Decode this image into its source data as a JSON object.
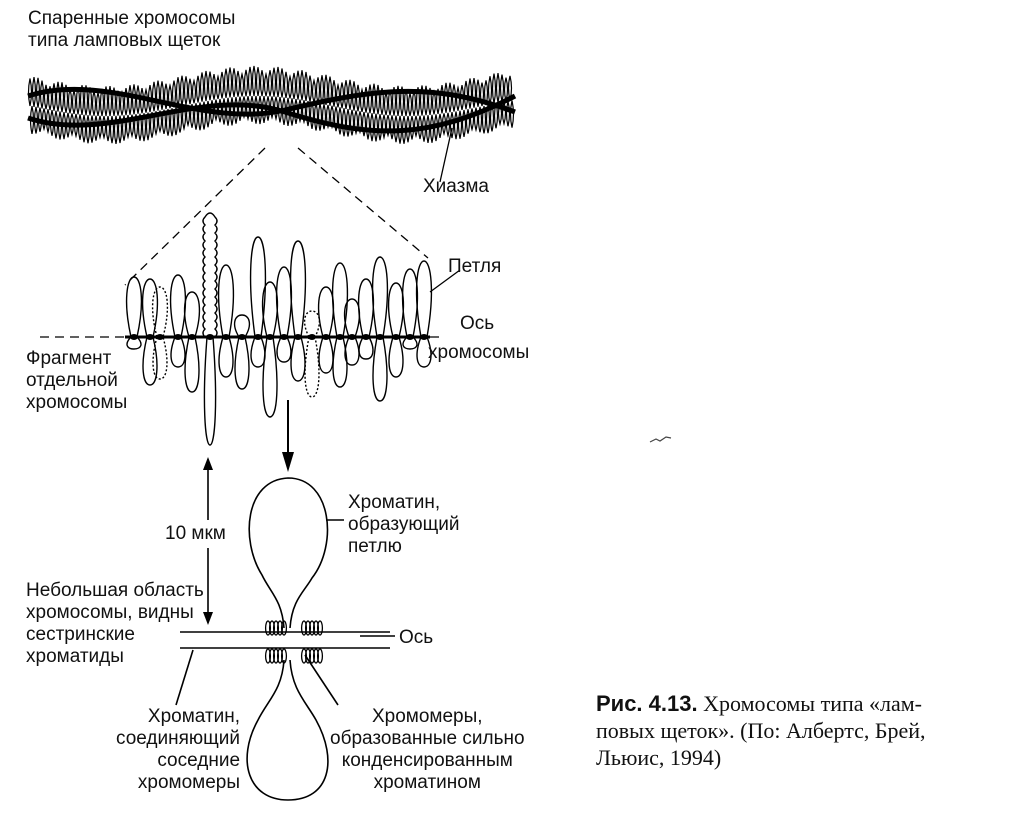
{
  "labels": {
    "paired_chromosomes": [
      "Спаренные хромосомы",
      "типа ламповых щеток"
    ],
    "chiasma": "Хиазма",
    "loop": "Петля",
    "axis_top": "Ось",
    "chromosome_axis_tail": "хромосомы",
    "fragment": [
      "Фрагмент",
      "отдельной",
      "хромосомы"
    ],
    "scale": "10 мкм",
    "chromatin_loop": [
      "Хроматин,",
      "образующий",
      "петлю"
    ],
    "small_region": [
      "Небольшая область",
      "хромосомы, видны",
      "сестринские",
      "хроматиды"
    ],
    "axis_bottom": "Ось",
    "chromatin_connecting": [
      "Хроматин,",
      "соединяющий",
      "соседние",
      "хромомеры"
    ],
    "chromomeres": [
      "Хромомеры,",
      "образованные сильно",
      "конденсированным",
      "хроматином"
    ]
  },
  "caption": {
    "lead": "Рис. 4.13.",
    "lines": [
      "Хромосомы типа «лам-",
      "повых щеток». (По: Албертс, Брей,",
      "Льюис, 1994)"
    ]
  }
}
